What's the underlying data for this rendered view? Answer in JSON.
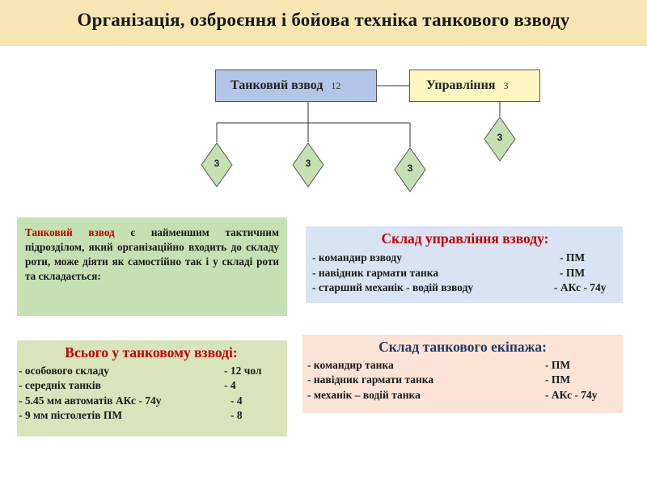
{
  "header": {
    "title": "Організація, озброєння і бойова техніка танкового взводу"
  },
  "chart_nodes": {
    "platoon": {
      "label": "Танковий взвод",
      "count": "12"
    },
    "management": {
      "label": "Управління",
      "count": "3"
    }
  },
  "tanks": [
    "3",
    "3",
    "3"
  ],
  "management_tank": "3",
  "definition": {
    "term": "Танковий взвод",
    "text": " є найменшим тактичним підрозділом, який організаційно входить до складу роти, може діяти як самостійно так і у складі роти та складається:"
  },
  "management_staff": {
    "title": "Склад управління взводу:",
    "rows": [
      {
        "name": " - командир взводу",
        "weapon": "- ПМ"
      },
      {
        "name": "- навідник  гармати танка",
        "weapon": "- ПМ"
      },
      {
        "name": "- старший механік - водій взводу",
        "weapon": "- АКс - 74у"
      }
    ]
  },
  "totals": {
    "title": "Всього у танковому взводі:",
    "rows": [
      {
        "name": "- особового складу",
        "value": "- 12 чол"
      },
      {
        "name": "- середніх танків",
        "value": "- 4"
      },
      {
        "name": " - 5.45 мм автоматів  АКс - 74у",
        "value": "- 4"
      },
      {
        "name": " - 9 мм пістолетів  ПМ",
        "value": "- 8"
      }
    ]
  },
  "crew": {
    "title": "Склад танкового екіпажа:",
    "rows": [
      {
        "name": " - командир танка",
        "weapon": "- ПМ"
      },
      {
        "name": "- навідник гармати танка",
        "weapon": "- ПМ"
      },
      {
        "name": "- механік – водій танка",
        "weapon": "- АКс - 74у"
      }
    ]
  }
}
